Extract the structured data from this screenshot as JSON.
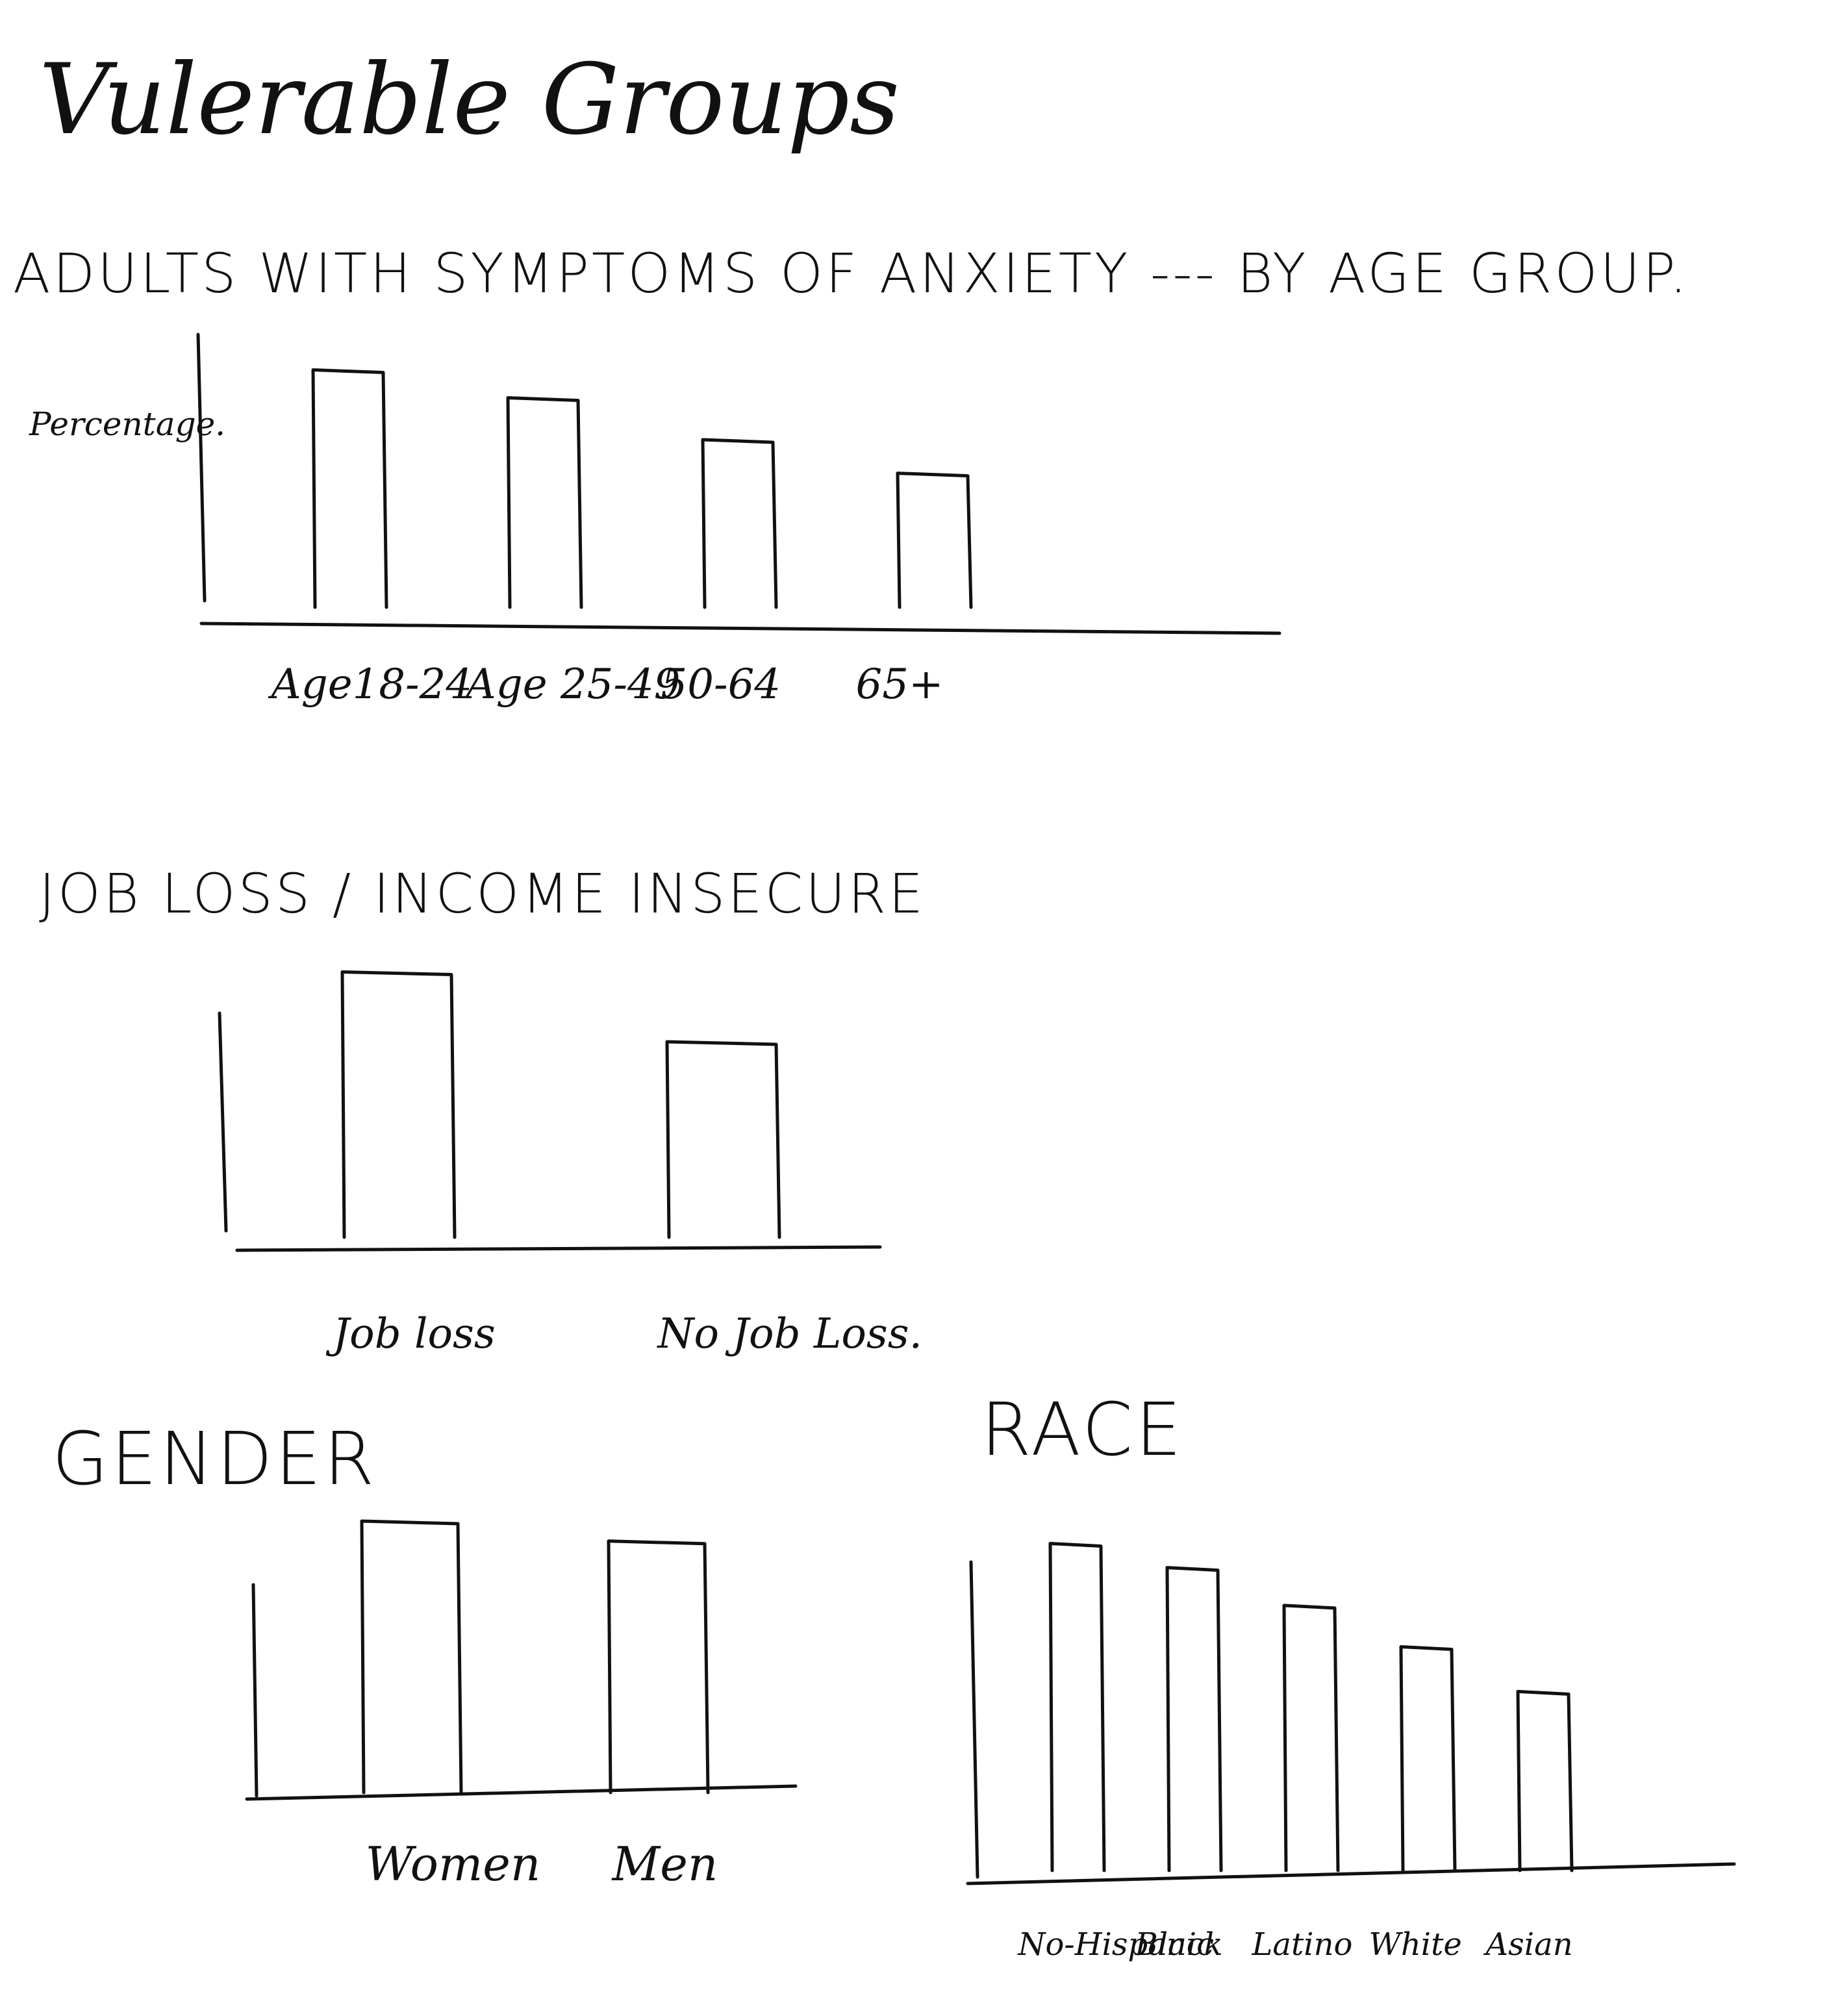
{
  "page_title": "Vulerable Groups",
  "colors": {
    "ink": "#111111",
    "paper": "#ffffff"
  },
  "chart_data": [
    {
      "type": "bar",
      "title": "ADULTS WITH SYMPTOMS OF ANXIETY ---  BY AGE GROUP.",
      "ylabel": "Percentage.",
      "xlabel": "",
      "categories": [
        "Age18-24",
        "Age 25-49",
        "50-64",
        "65+"
      ],
      "values": [
        85,
        75,
        60,
        48
      ],
      "ylim": [
        0,
        100
      ],
      "grid": false
    },
    {
      "type": "bar",
      "title": "JOB LOSS / INCOME INSECURE",
      "xlabel": "",
      "ylabel": "",
      "categories": [
        "Job loss",
        "No Job Loss."
      ],
      "values": [
        95,
        70
      ],
      "ylim": [
        0,
        100
      ],
      "grid": false
    },
    {
      "type": "bar",
      "title": "GENDER",
      "xlabel": "",
      "ylabel": "",
      "categories": [
        "Women",
        "Men"
      ],
      "values": [
        95,
        88
      ],
      "ylim": [
        0,
        100
      ],
      "grid": false
    },
    {
      "type": "bar",
      "title": "RACE",
      "xlabel": "",
      "ylabel": "",
      "categories": [
        "No-Hispanic",
        "Black",
        "Latino",
        "White",
        "Asian"
      ],
      "values": [
        95,
        88,
        77,
        65,
        52
      ],
      "ylim": [
        0,
        100
      ],
      "grid": false
    }
  ]
}
